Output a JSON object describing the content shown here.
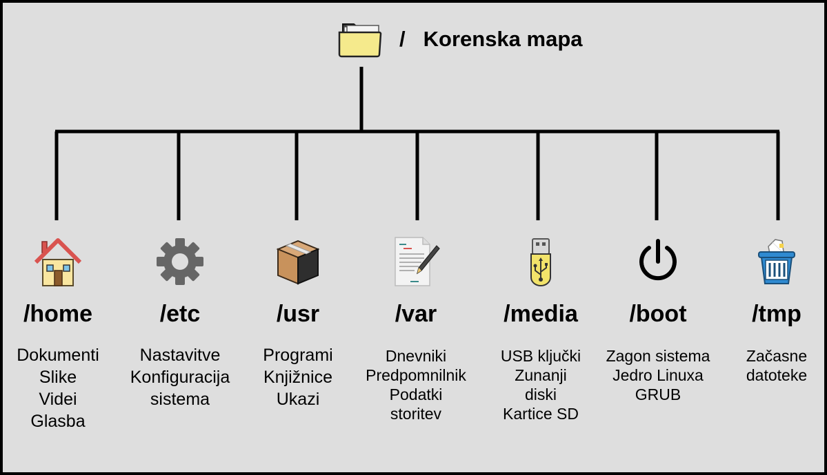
{
  "root": {
    "symbol": "/",
    "title": "Korenska mapa",
    "icon": "folder-icon"
  },
  "directories": [
    {
      "name": "/home",
      "icon": "house-icon",
      "desc": [
        "Dokumenti",
        "Slike",
        "Videi",
        "Glasba"
      ]
    },
    {
      "name": "/etc",
      "icon": "gear-icon",
      "desc": [
        "Nastavitve",
        "Konfiguracija",
        "sistema"
      ]
    },
    {
      "name": "/usr",
      "icon": "package-icon",
      "desc": [
        "Programi",
        "Knjižnice",
        "Ukazi"
      ]
    },
    {
      "name": "/var",
      "icon": "document-pen-icon",
      "desc": [
        "Dnevniki",
        "Predpomnilnik",
        "Podatki",
        "storitev"
      ]
    },
    {
      "name": "/media",
      "icon": "usb-drive-icon",
      "desc": [
        "USB ključki",
        "Zunanji",
        "diski",
        "Kartice SD"
      ]
    },
    {
      "name": "/boot",
      "icon": "power-icon",
      "desc": [
        "Zagon sistema",
        "Jedro Linuxa",
        "GRUB"
      ]
    },
    {
      "name": "/tmp",
      "icon": "trash-basket-icon",
      "desc": [
        "Začasne",
        "datoteke"
      ]
    }
  ],
  "colors": {
    "background": "#dedede",
    "border": "#000000",
    "folder": "#f5ea8c",
    "house": "#f9e6a0",
    "usb": "#f2e36a",
    "trash": "#2f8ad1"
  }
}
